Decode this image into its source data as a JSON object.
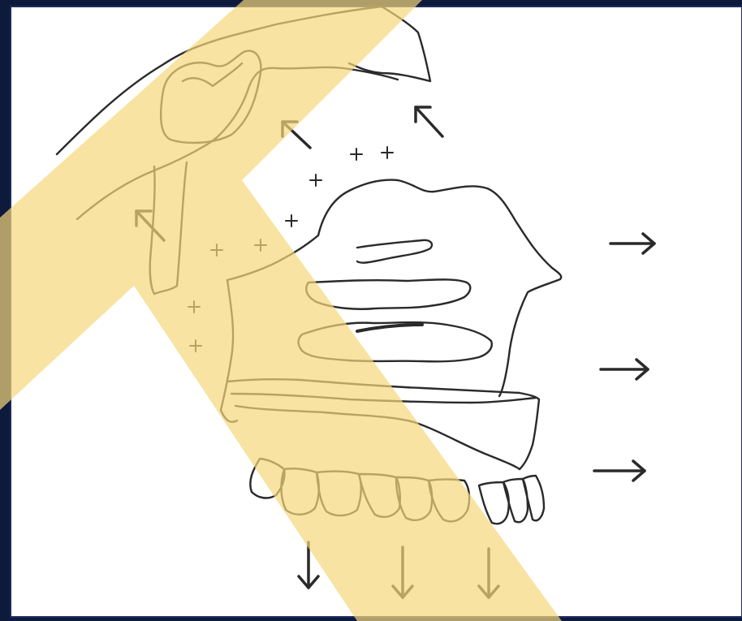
{
  "frame": {
    "background": "#0d1a3c",
    "panel": "#ffffff"
  },
  "highlight": {
    "color": "#f7d77a",
    "opacity": 0.7
  },
  "line_color": "#2a2a2a",
  "annotations": {
    "growth_arrows": [
      {
        "id": "arrow-nasal-up",
        "direction": "up-left"
      },
      {
        "id": "arrow-orbit-up",
        "direction": "up-left"
      },
      {
        "id": "arrow-zygomatic-up",
        "direction": "up-left"
      },
      {
        "id": "arrow-forward-upper",
        "direction": "right"
      },
      {
        "id": "arrow-forward-middle",
        "direction": "right"
      },
      {
        "id": "arrow-forward-lower",
        "direction": "right"
      },
      {
        "id": "arrow-down-left",
        "direction": "down"
      },
      {
        "id": "arrow-down-middle",
        "direction": "down"
      },
      {
        "id": "arrow-down-right",
        "direction": "down"
      }
    ],
    "deposition_marks": "+"
  }
}
